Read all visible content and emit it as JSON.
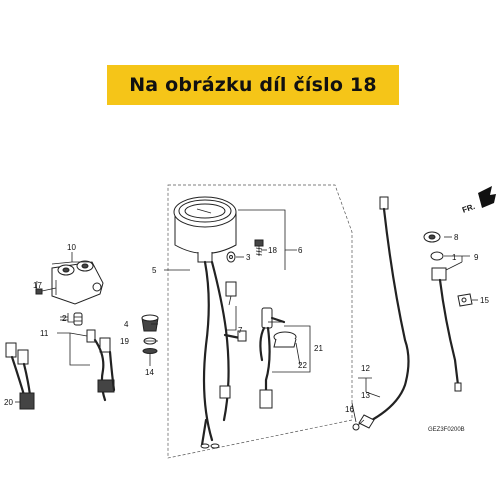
{
  "banner": {
    "text": "Na obrázku díl číslo 18"
  },
  "callouts": [
    "1",
    "2",
    "3",
    "4",
    "5",
    "6",
    "7",
    "8",
    "9",
    "10",
    "11",
    "12",
    "13",
    "14",
    "15",
    "16",
    "17",
    "18",
    "19",
    "20",
    "21",
    "22"
  ],
  "direction_label": "FR.",
  "diagram_code": "GEZ3F0200B",
  "colors": {
    "banner": "#f5c518",
    "line": "#222222"
  }
}
